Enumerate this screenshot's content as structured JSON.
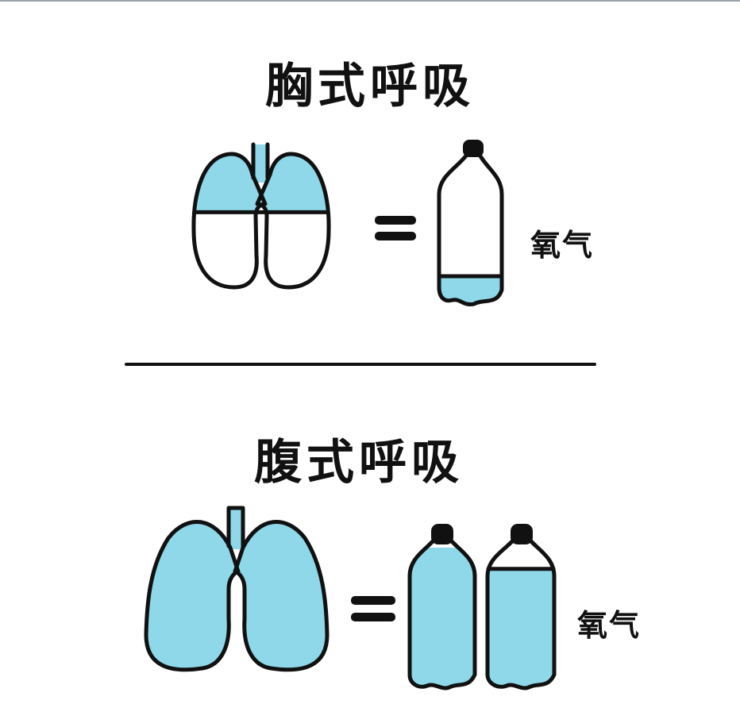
{
  "top_section": {
    "title": "胸式呼吸",
    "oxygen_label": "氧气",
    "lung_fill_fraction": 0.45,
    "bottles": [
      {
        "fill_fraction": 0.2
      }
    ]
  },
  "bottom_section": {
    "title": "腹式呼吸",
    "oxygen_label": "氧气",
    "lung_fill_fraction": 1.0,
    "bottles": [
      {
        "fill_fraction": 1.0
      },
      {
        "fill_fraction": 0.85
      }
    ]
  },
  "colors": {
    "fill": "#8ed8ea",
    "outline": "#111111"
  }
}
